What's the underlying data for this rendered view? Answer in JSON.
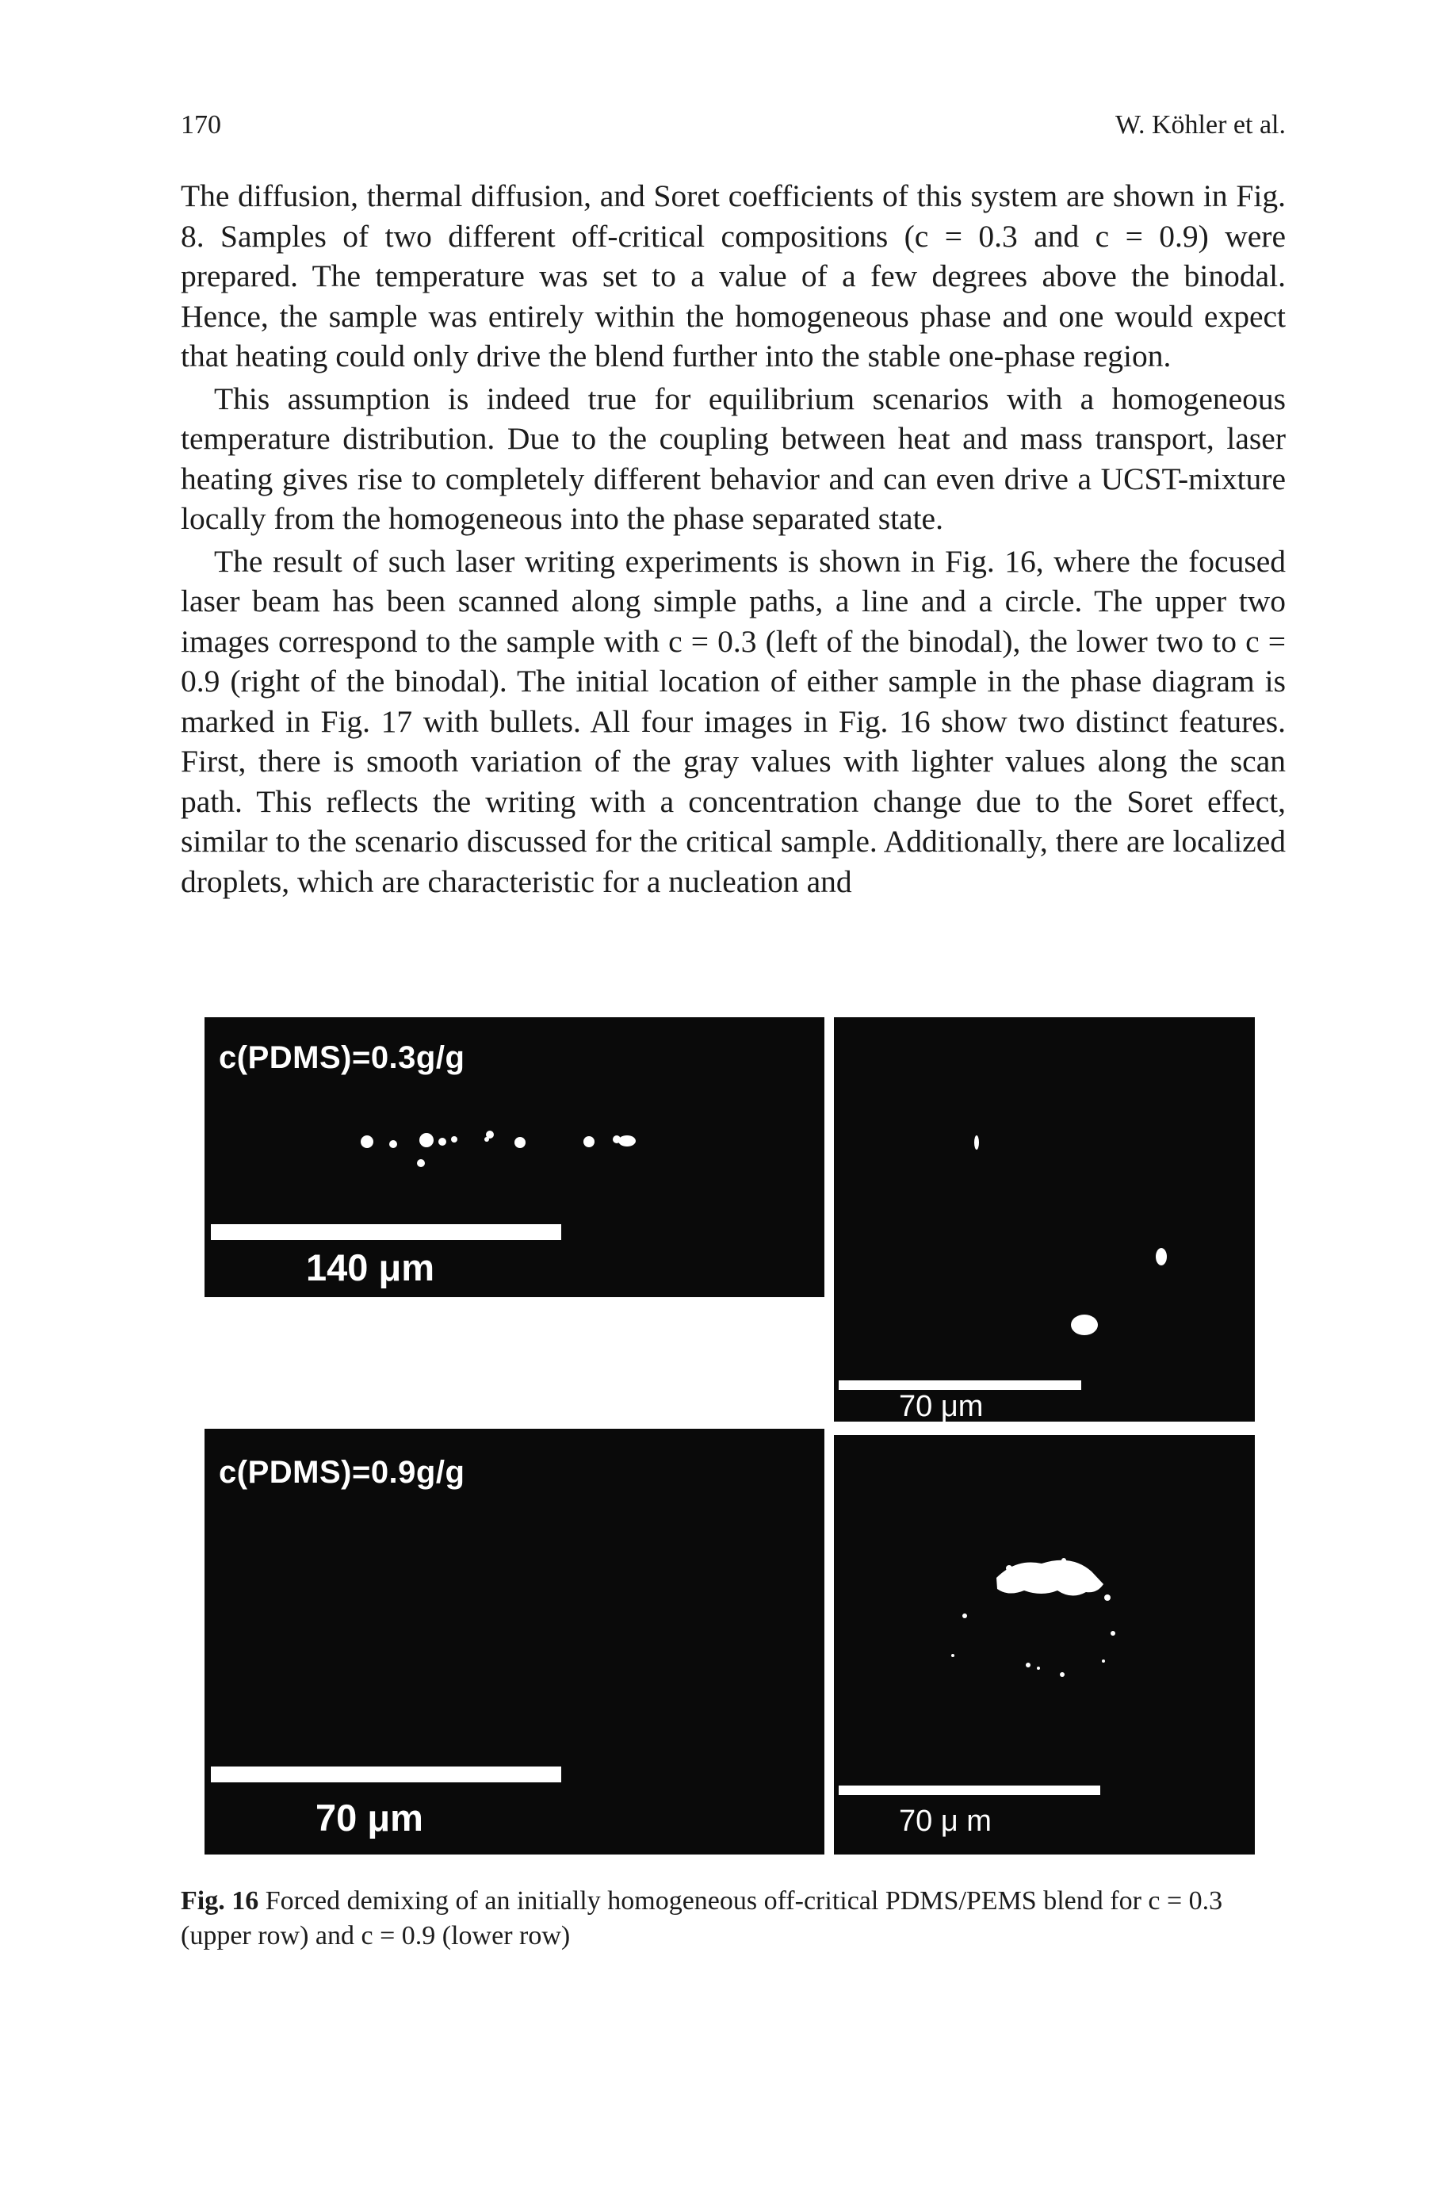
{
  "header": {
    "page_number": "170",
    "running_head": "W. Köhler et al."
  },
  "body": {
    "paragraphs": [
      "The diffusion, thermal diffusion, and Soret coefficients of this system are shown in Fig. 8. Samples of two different off-critical compositions (c = 0.3 and c = 0.9) were prepared. The temperature was set to a value of a few degrees above the binodal. Hence, the sample was entirely within the homogeneous phase and one would expect that heating could only drive the blend further into the stable one-phase region.",
      "This assumption is indeed true for equilibrium scenarios with a homogeneous temperature distribution. Due to the coupling between heat and mass transport, laser heating gives rise to completely different behavior and can even drive a UCST-mixture locally from the homogeneous into the phase separated state.",
      "The result of such laser writing experiments is shown in Fig. 16, where the focused laser beam has been scanned along simple paths, a line and a circle. The upper two images correspond to the sample with c = 0.3 (left of the binodal), the lower two to c = 0.9 (right of the binodal). The initial location of either sample in the phase diagram is marked in Fig. 17 with bullets. All four images in Fig. 16 show two distinct features. First, there is smooth variation of the gray values with lighter values along the scan path. This reflects the writing with a concentration change due to the Soret effect, similar to the scenario discussed for the critical sample. Additionally, there are localized droplets, which are characteristic for a nucleation and"
    ]
  },
  "figure": {
    "top_left": {
      "label": "c(PDMS)=0.3g/g",
      "scale": "140 μm"
    },
    "top_right": {
      "scale": "70 μm"
    },
    "bottom_left": {
      "label": "c(PDMS)=0.9g/g",
      "scale": "70 μm"
    },
    "bottom_right": {
      "scale": "70 μ m"
    },
    "caption_num": "Fig. 16",
    "caption_text": "Forced demixing of an initially homogeneous off-critical PDMS/PEMS blend for c = 0.3 (upper row) and c = 0.9 (lower row)"
  },
  "colors": {
    "panel_background": "#0a0a0a",
    "feature": "#ffffff"
  }
}
